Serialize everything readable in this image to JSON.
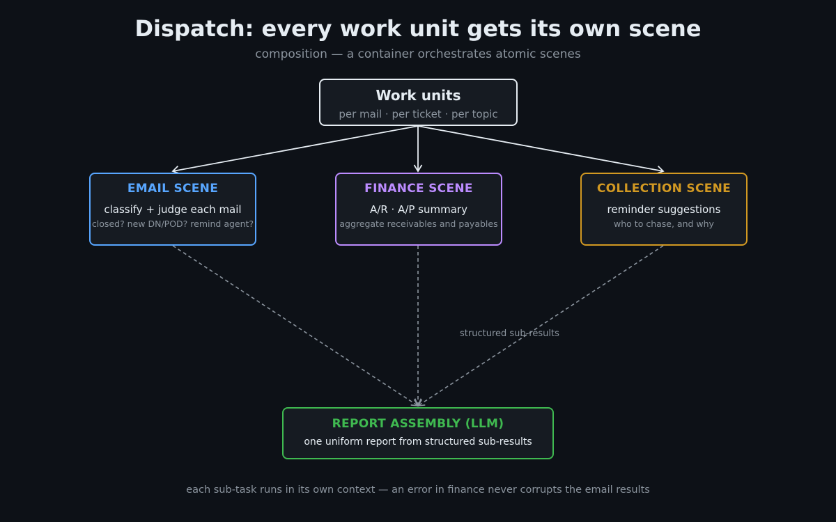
{
  "title": "Dispatch: every work unit gets its own scene",
  "subtitle": "composition — a container orchestrates atomic scenes",
  "colors": {
    "background": "#0d1117",
    "box_fill": "#161b22",
    "text": "#e6edf3",
    "muted": "#8b949e",
    "email": "#58a6ff",
    "finance": "#bc8cff",
    "collection": "#d29922",
    "report": "#3fb950",
    "source_border": "#e6edf3"
  },
  "nodes": {
    "work_units": {
      "title": "Work units",
      "detail": "per mail · per ticket · per topic"
    },
    "email": {
      "title": "EMAIL SCENE",
      "summary": "classify + judge each mail",
      "detail": "closed? new DN/POD? remind agent?"
    },
    "finance": {
      "title": "FINANCE SCENE",
      "summary": "A/R · A/P summary",
      "detail": "aggregate receivables and payables"
    },
    "collection": {
      "title": "COLLECTION SCENE",
      "summary": "reminder suggestions",
      "detail": "who to chase, and why"
    },
    "report": {
      "title": "REPORT ASSEMBLY (LLM)",
      "summary": "one uniform report from structured sub-results"
    }
  },
  "edges": [
    {
      "from": "work_units",
      "to": "email",
      "style": "solid"
    },
    {
      "from": "work_units",
      "to": "finance",
      "style": "solid"
    },
    {
      "from": "work_units",
      "to": "collection",
      "style": "solid"
    },
    {
      "from": "email",
      "to": "report",
      "style": "dashed"
    },
    {
      "from": "finance",
      "to": "report",
      "style": "dashed"
    },
    {
      "from": "collection",
      "to": "report",
      "style": "dashed"
    }
  ],
  "edge_label": "structured sub-results",
  "footnote": "each sub-task runs in its own context — an error in finance never corrupts the email results"
}
